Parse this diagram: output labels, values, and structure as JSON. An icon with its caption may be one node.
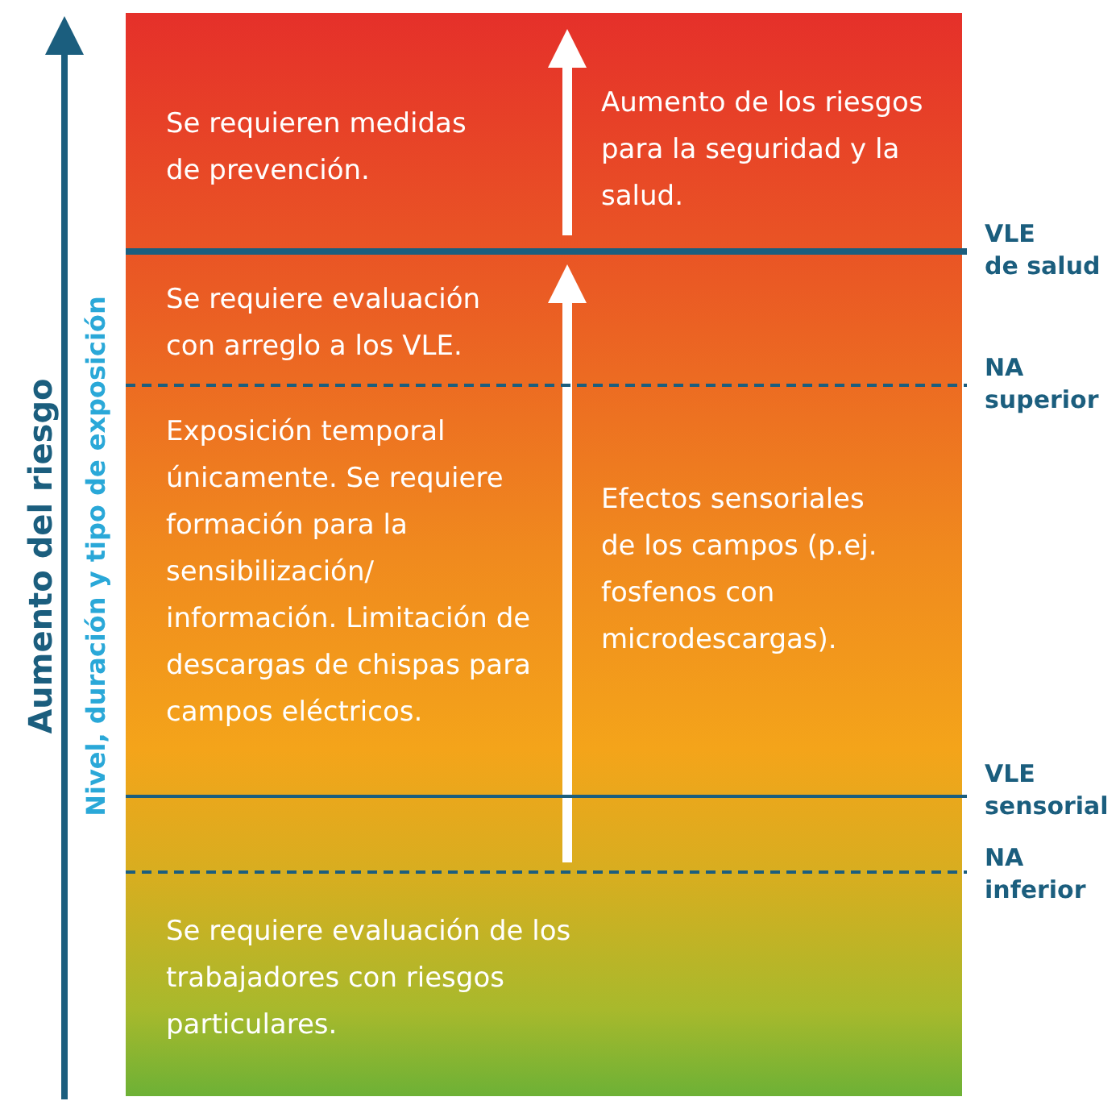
{
  "diagram": {
    "labels": [
      "Aumento del riesgo",
      "Nivel, duración y tipo de exposición",
      "Se requieren medidas de prevención.",
      "Aumento de los riesgos para la seguridad y la salud.",
      "Se requiere evaluación con arreglo a los VLE.",
      "Exposición temporal únicamente. Se requiere formación para la sensibilización/ información. Limitación de descargas de chispas para campos eléctricos.",
      "Efectos sensoriales de los campos (p.ej. fosfenos con microdescargas).",
      "Se requiere evaluación de los trabajadores con riesgos particulares.",
      "VLE",
      "de salud",
      "NA",
      "superior",
      "VLE",
      "sensorial",
      "NA",
      "inferior"
    ]
  }
}
